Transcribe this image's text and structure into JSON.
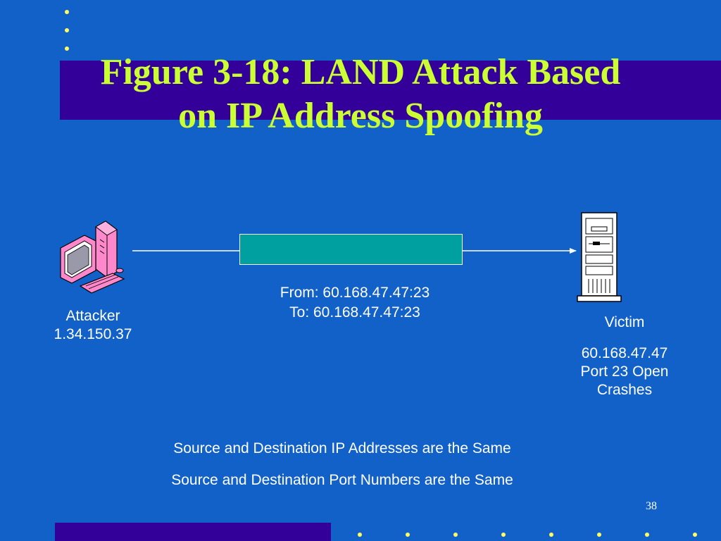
{
  "title": {
    "line1": "Figure 3-18: LAND Attack Based",
    "line2": "on IP Address Spoofing"
  },
  "attacker": {
    "name": "Attacker",
    "ip": "1.34.150.37",
    "icon": "computer-icon"
  },
  "victim": {
    "name": "Victim",
    "ip": "60.168.47.47",
    "port": "Port 23 Open",
    "status": "Crashes",
    "icon": "server-icon"
  },
  "packet": {
    "from": "From: 60.168.47.47:23",
    "to": "To: 60.168.47.47:23"
  },
  "notes": {
    "line1": "Source and Destination IP Addresses are the Same",
    "line2": "Source and Destination Port Numbers are the Same"
  },
  "slide_number": "38",
  "colors": {
    "background": "#1261C9",
    "band": "#330099",
    "title": "#CCFF33",
    "packet": "#00A0A0",
    "text": "#FFFFFF"
  }
}
